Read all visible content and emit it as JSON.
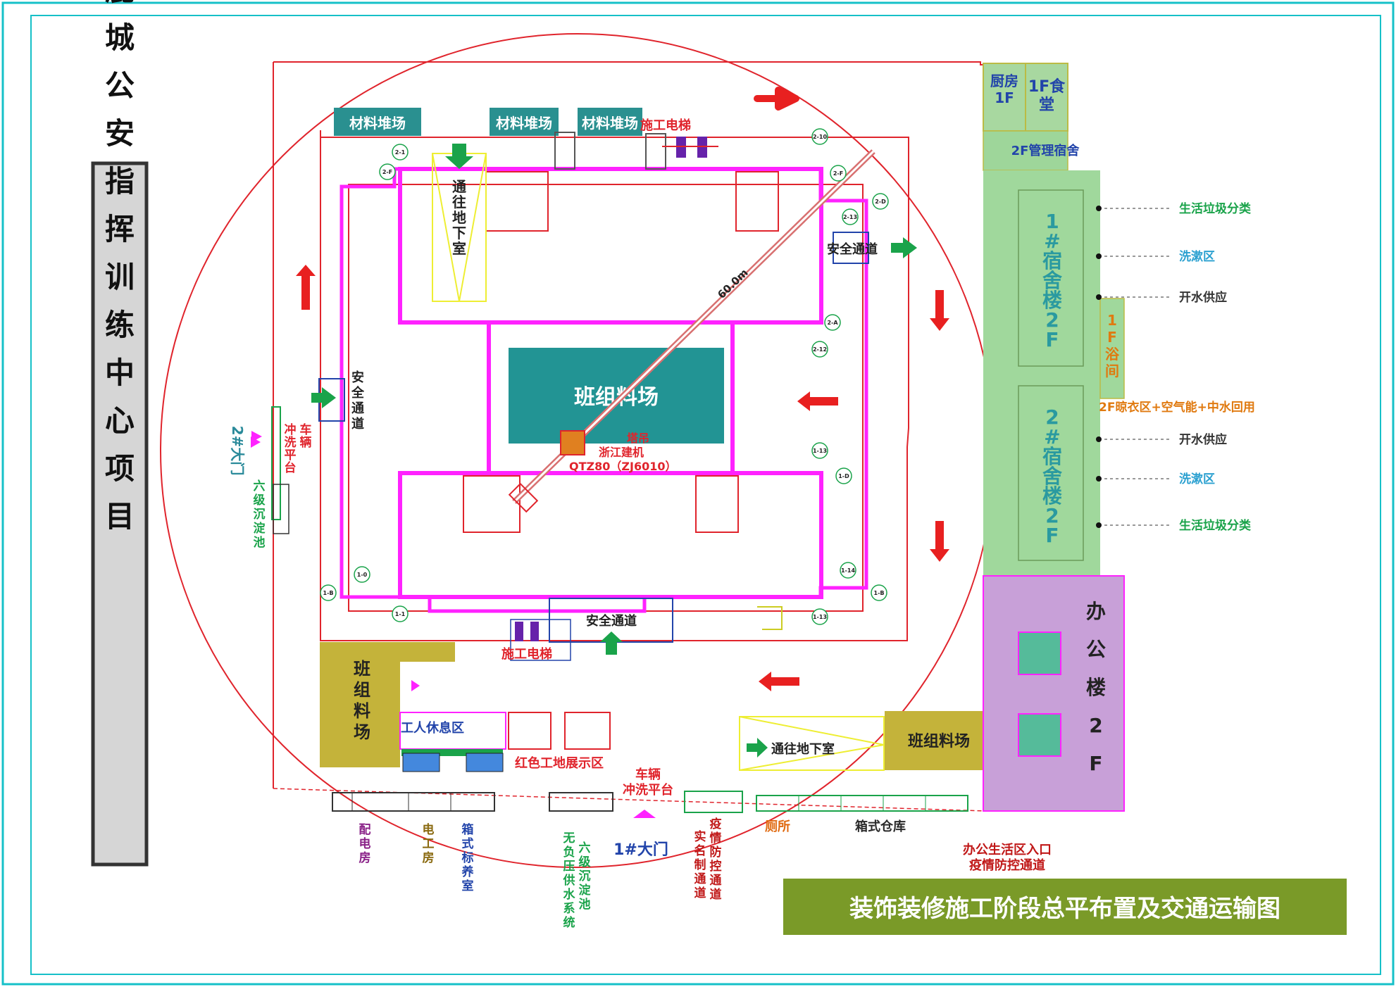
{
  "project_title": "鹿城公安指挥训练中心项目",
  "drawing_title": "装饰装修施工阶段总平布置及交通运输图",
  "areas": {
    "material_yard_1": "材料堆场",
    "material_yard_2": "材料堆场",
    "material_yard_3": "材料堆场",
    "team_yard_center": "班组料场",
    "team_yard_left": [
      "班",
      "组",
      "料",
      "场"
    ],
    "team_yard_bottom": "班组料场",
    "worker_rest_area": "工人休息区",
    "display_area": "红色工地展示区",
    "underground_access_top": [
      "通",
      "往",
      "地",
      "下",
      "室"
    ],
    "underground_access_bottom": "通往地下室",
    "safety_passage_right": [
      "安全",
      "通道"
    ],
    "safety_passage_left": [
      "安",
      "全",
      "通",
      "道"
    ],
    "safety_passage_bottom": "安全通道",
    "hoist_top": "施工电梯",
    "hoist_bottom": "施工电梯",
    "tower_crane": [
      "塔吊",
      "浙江建机",
      "QTZ80（ZJ6010）"
    ],
    "crane_radius": "60.0m"
  },
  "buildings": {
    "kitchen": [
      "厨房",
      "1F"
    ],
    "canteen": [
      "1F食",
      "堂"
    ],
    "mgmt_dorm": "2F管理宿舍",
    "dorm1": [
      "1",
      "#",
      "宿",
      "舍",
      "楼",
      "2",
      "F"
    ],
    "dorm2": [
      "2",
      "#",
      "宿",
      "舍",
      "楼",
      "2",
      "F"
    ],
    "bath": [
      "1",
      "F",
      "浴",
      "间"
    ],
    "office": [
      "办",
      "公",
      "楼",
      "2",
      "F"
    ]
  },
  "side_labels": {
    "garbage_1": "生活垃圾分类",
    "wash_1": "洗漱区",
    "water_1": "开水供应",
    "laundry": "2F晾衣区+空气能+中水回用",
    "water_2": "开水供应",
    "wash_2": "洗漱区",
    "garbage_2": "生活垃圾分类"
  },
  "gates": {
    "gate1": "1#大门",
    "gate2": "2#大门",
    "wash_platform_1": [
      "车辆",
      "冲洗平台"
    ],
    "wash_platform_2": [
      "冲",
      "洗",
      "平",
      "台"
    ],
    "wash_platform_2_b": [
      "车",
      "辆"
    ],
    "sediment_left": [
      "六",
      "级",
      "沉",
      "淀",
      "池"
    ],
    "office_entry": [
      "办公生活区入口",
      "疫情防控通道"
    ]
  },
  "bottom_labels": {
    "power_room": [
      "配",
      "电",
      "房"
    ],
    "electrician": [
      "电",
      "工",
      "房"
    ],
    "curing_room": [
      "箱",
      "式",
      "标",
      "养",
      "室"
    ],
    "pump": [
      "无",
      "负",
      "压",
      "供",
      "水",
      "系",
      "统"
    ],
    "sediment": [
      "六",
      "级",
      "沉",
      "淀",
      "池"
    ],
    "realname": [
      "实",
      "名",
      "制",
      "通",
      "道"
    ],
    "epidemic": [
      "疫",
      "情",
      "防",
      "控",
      "通",
      "道"
    ],
    "toilet": "厕所",
    "warehouse": "箱式仓库"
  },
  "axis_labels": [
    "2-1",
    "2-F",
    "2-10",
    "2-F",
    "2-D",
    "2-13",
    "2-A",
    "2-12",
    "1-13",
    "1-D",
    "1-14",
    "1-B",
    "1-13",
    "1-0",
    "1-B",
    "1-1"
  ]
}
